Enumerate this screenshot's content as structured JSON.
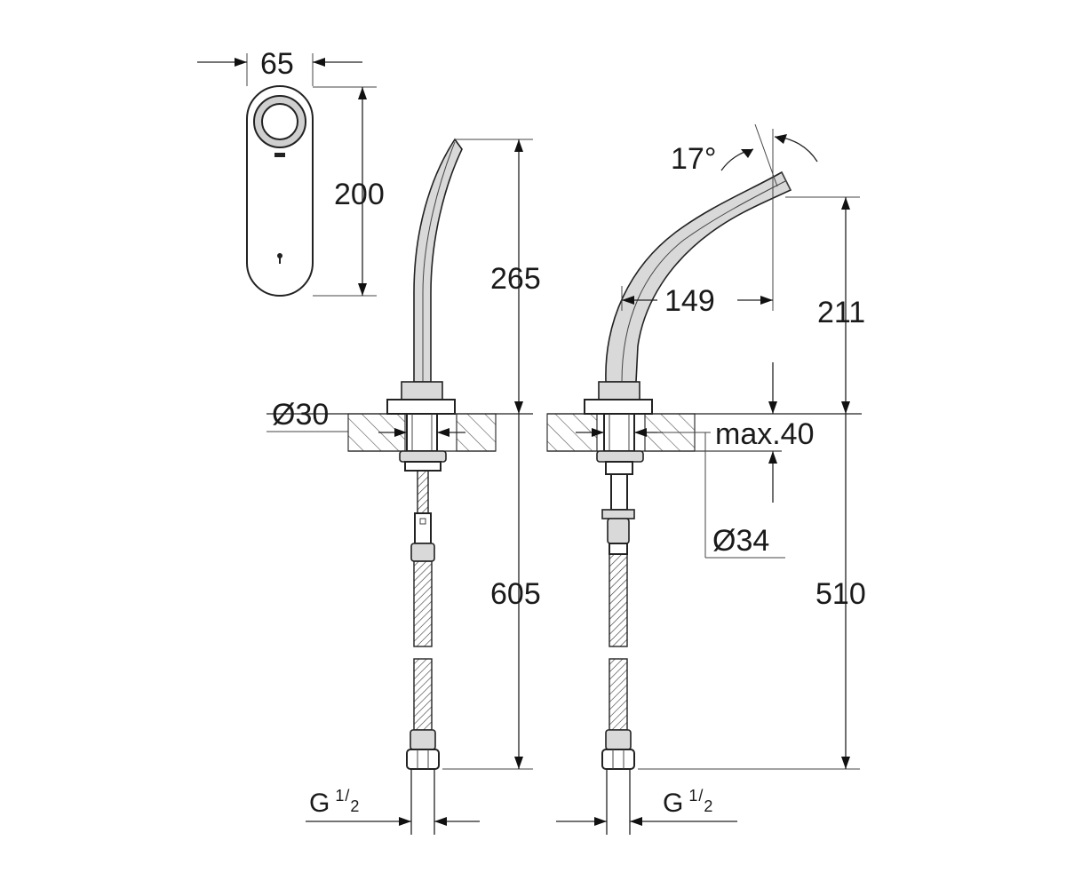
{
  "dimensions": {
    "width_top": "65",
    "height_top": "200",
    "spout_height_side": "265",
    "below_deck_side": "605",
    "hole_diameter_left": "Ø30",
    "angle": "17°",
    "reach": "149",
    "spout_height_front": "211",
    "deck_thickness": "max.40",
    "hole_diameter_right": "Ø34",
    "below_deck_front": "510"
  },
  "connections": {
    "left": {
      "base": "G",
      "numerator": "1",
      "denominator": "2"
    },
    "right": {
      "base": "G",
      "numerator": "1",
      "denominator": "2"
    }
  },
  "colors": {
    "line": "#222222",
    "fill": "#d9d9d9",
    "background": "#ffffff"
  }
}
